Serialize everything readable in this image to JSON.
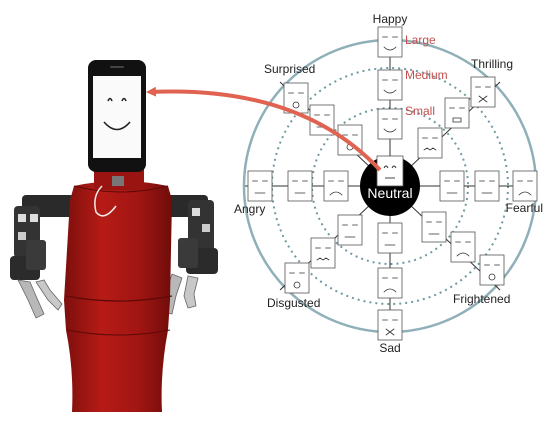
{
  "emotion_wheel": {
    "center_label": "Neutral",
    "emotions": {
      "happy": "Happy",
      "thrilling": "Thrilling",
      "fearful": "Fearful",
      "frightened": "Frightened",
      "sad": "Sad",
      "disgusted": "Disgusted",
      "angry": "Angry",
      "surprised": "Surprised"
    },
    "intensity": {
      "large": "Large",
      "medium": "Medium",
      "small": "Small"
    }
  },
  "colors": {
    "robot_body": "#a01512",
    "arrow": "#e06352",
    "intensity_text": "#c0504d",
    "outer_circle": "#8fb0b8",
    "dotted_circle": "#6f9aa3",
    "neutral_disc": "#000000"
  },
  "icons": {
    "robot": "robot-with-phone-face",
    "arrow": "curved-arrow-icon"
  }
}
